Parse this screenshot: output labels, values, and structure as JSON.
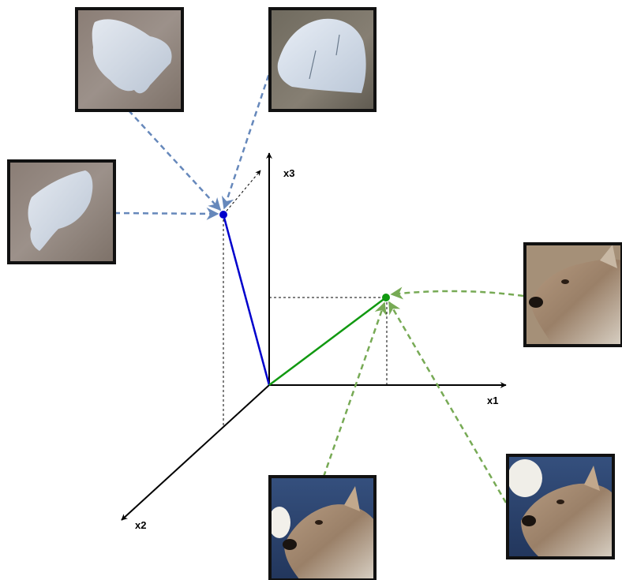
{
  "axes": {
    "x1_label": "x1",
    "x2_label": "x2",
    "x3_label": "x3"
  },
  "colors": {
    "background": "#ffffff",
    "axis": "#000000",
    "plastic_vector": "#0000cc",
    "deer_vector": "#119911",
    "plastic_arrows": "#6688bb",
    "deer_arrows": "#77aa55",
    "thumbnail_border": "#111111"
  },
  "thumbnails": [
    {
      "group": "plastic",
      "subject": "plastic-bag-thumbnail"
    },
    {
      "group": "plastic",
      "subject": "plastic-shard-thumbnail"
    },
    {
      "group": "plastic",
      "subject": "plastic-bag-thumbnail"
    },
    {
      "group": "deer",
      "subject": "deer-head-thumbnail"
    },
    {
      "group": "deer",
      "subject": "deer-head-thumbnail"
    },
    {
      "group": "deer",
      "subject": "deer-head-thumbnail"
    }
  ]
}
